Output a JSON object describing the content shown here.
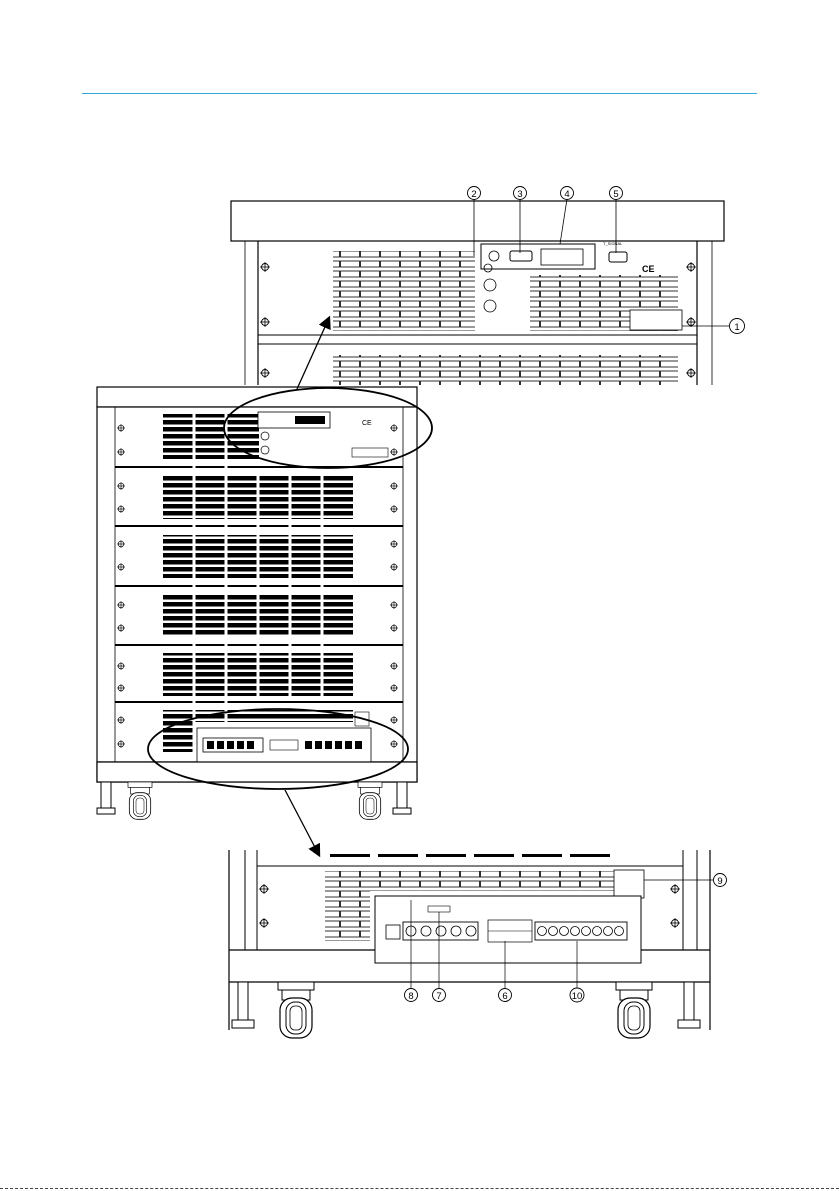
{
  "callouts": {
    "c1": "1",
    "c2": "2",
    "c3": "3",
    "c4": "4",
    "c5": "5",
    "c6": "6",
    "c7": "7",
    "c8": "8",
    "c9": "9",
    "c10": "10"
  },
  "top_panel": {
    "ce_mark": "CE",
    "remote_label": "T_SIGNAL"
  }
}
